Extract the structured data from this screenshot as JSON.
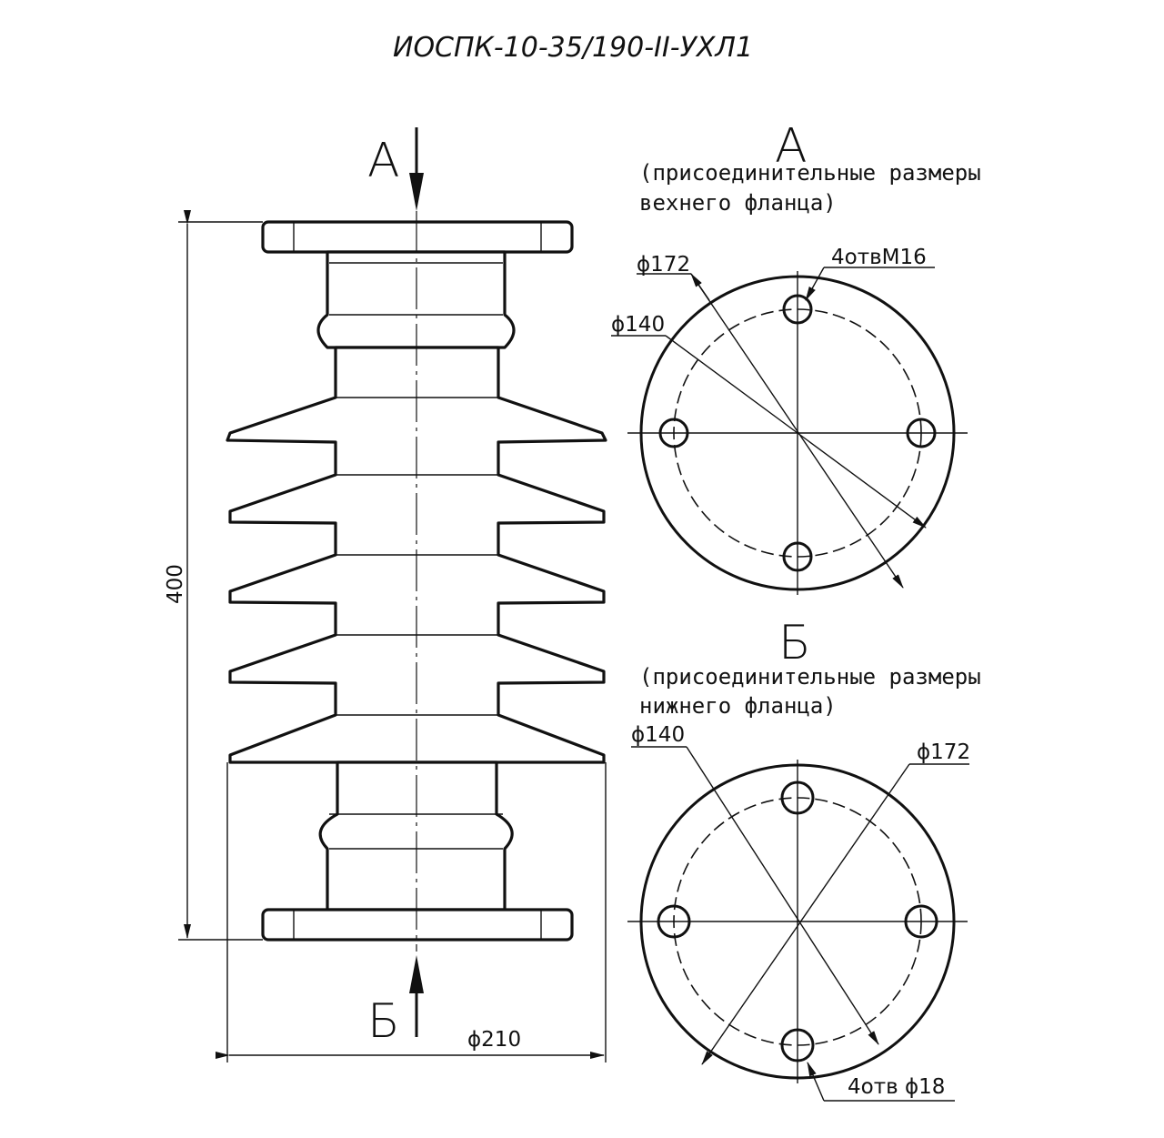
{
  "title": "ИОСПК-10-35/190-II-УХЛ1",
  "side_view": {
    "view_a_label": "А",
    "view_b_label": "Б",
    "height_dim": "400",
    "diameter_dim": "ϕ210"
  },
  "view_a": {
    "label": "А",
    "note_line1": "(присоединительные размеры",
    "note_line2": "вехнего фланца)",
    "outer_dim": "ϕ172",
    "inner_dim": "ϕ140",
    "holes_dim": "4отвМ16"
  },
  "view_b": {
    "label": "Б",
    "note_line1": "(присоединительные размеры",
    "note_line2": "нижнего фланца)",
    "inner_dim": "ϕ140",
    "outer_dim": "ϕ172",
    "holes_dim": "4отв ϕ18"
  },
  "colors": {
    "line": "#111111",
    "background": "#ffffff"
  }
}
